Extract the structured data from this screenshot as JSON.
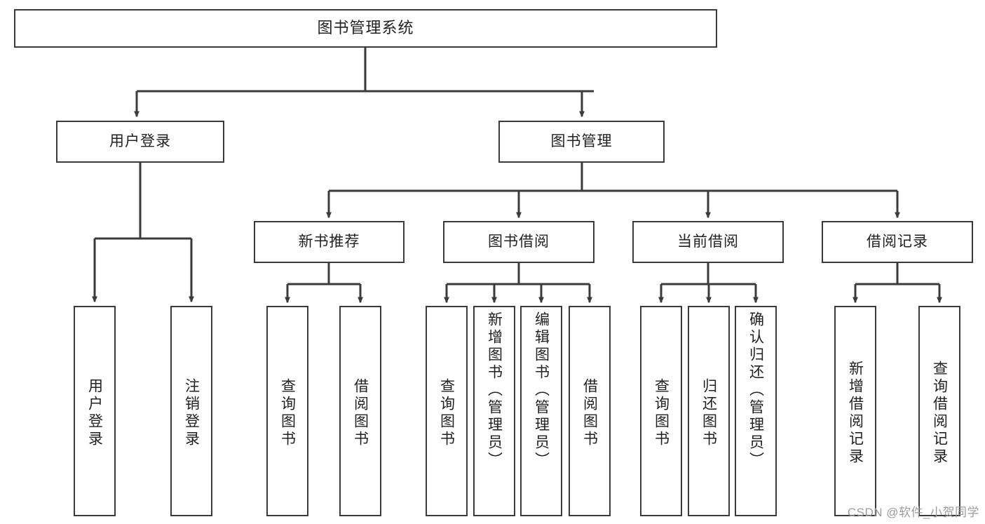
{
  "diagram": {
    "title": "图书管理系统",
    "type": "tree",
    "watermark": "CSDN @软件_小贺同学",
    "colors": {
      "box_border": "#3b3b3b",
      "box_fill": "#ffffff",
      "edge": "#3b3b3b",
      "text": "#222222",
      "watermark": "#9d9d9d"
    },
    "levels": {
      "root": {
        "label": "图书管理系统"
      },
      "level2": [
        {
          "id": "user-login",
          "label": "用户登录"
        },
        {
          "id": "book-manage",
          "label": "图书管理"
        }
      ],
      "level3": [
        {
          "id": "new-book-recommend",
          "label": "新书推荐",
          "parent": "book-manage"
        },
        {
          "id": "book-borrow",
          "label": "图书借阅",
          "parent": "book-manage"
        },
        {
          "id": "current-borrow",
          "label": "当前借阅",
          "parent": "book-manage"
        },
        {
          "id": "borrow-record",
          "label": "借阅记录",
          "parent": "book-manage"
        }
      ],
      "leaves": [
        {
          "id": "leaf-user-login",
          "label": "用户登录",
          "parent": "user-login"
        },
        {
          "id": "leaf-user-logout",
          "label": "注销登录",
          "parent": "user-login"
        },
        {
          "id": "leaf-query-book-1",
          "label": "查询图书",
          "parent": "new-book-recommend"
        },
        {
          "id": "leaf-borrow-book-1",
          "label": "借阅图书",
          "parent": "new-book-recommend"
        },
        {
          "id": "leaf-query-book-2",
          "label": "查询图书",
          "parent": "book-borrow"
        },
        {
          "id": "leaf-add-book",
          "label": "新增图书（管理员）",
          "parent": "book-borrow"
        },
        {
          "id": "leaf-edit-book",
          "label": "编辑图书（管理员）",
          "parent": "book-borrow"
        },
        {
          "id": "leaf-borrow-book-2",
          "label": "借阅图书",
          "parent": "book-borrow"
        },
        {
          "id": "leaf-query-book-3",
          "label": "查询图书",
          "parent": "current-borrow"
        },
        {
          "id": "leaf-return-book",
          "label": "归还图书",
          "parent": "current-borrow"
        },
        {
          "id": "leaf-confirm-return",
          "label": "确认归还（管理员）",
          "parent": "current-borrow"
        },
        {
          "id": "leaf-add-record",
          "label": "新增借阅记录",
          "parent": "borrow-record"
        },
        {
          "id": "leaf-query-record",
          "label": "查询借阅记录",
          "parent": "borrow-record"
        }
      ]
    }
  }
}
